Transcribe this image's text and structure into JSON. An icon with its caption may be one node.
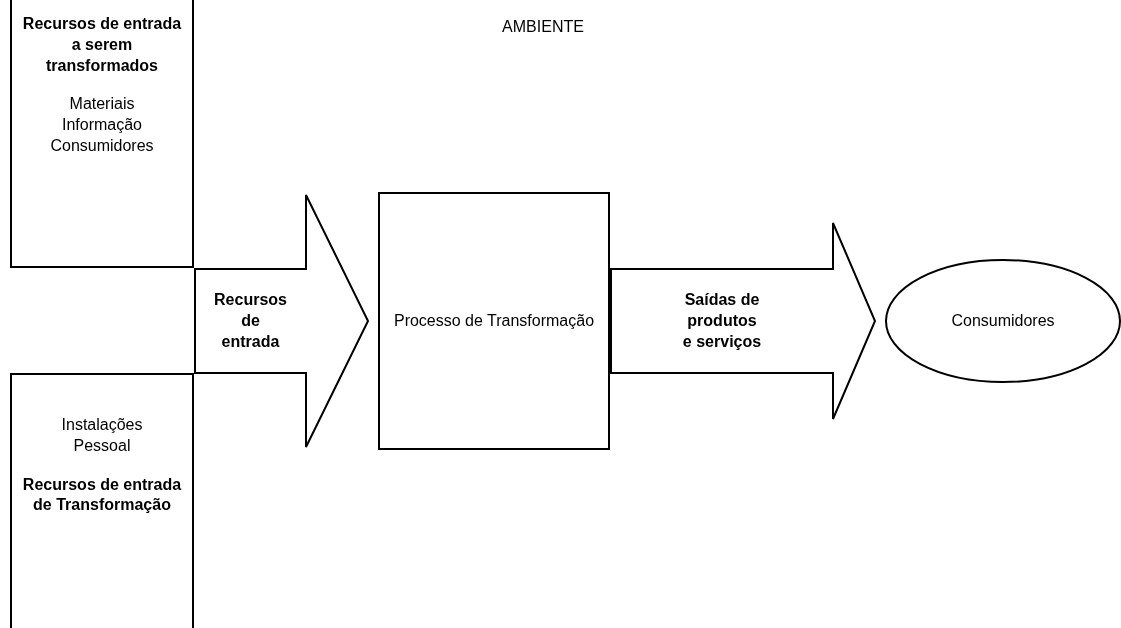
{
  "diagram": {
    "nodes": [
      {
        "text": [
          "Recursos de entrada a serem transformados",
          "Materiais Informação Consumidores"
        ]
      },
      {
        "text": [
          "Instalações Pessoal",
          "Recursos de entrada de Transformação"
        ]
      },
      {
        "text": [
          "Processo de Transformação"
        ]
      },
      {
        "text": [
          "Consumidores"
        ]
      }
    ],
    "edges": [
      {
        "from": 0,
        "to": 2,
        "arrow": "to",
        "label": "Recursos de entrada"
      },
      {
        "from": 1,
        "to": 2,
        "arrow": "to"
      },
      {
        "from": 2,
        "to": 3,
        "arrow": "to",
        "label": "Saídas de produtos e serviços"
      }
    ],
    "labels": [
      "AMBIENTE"
    ]
  }
}
